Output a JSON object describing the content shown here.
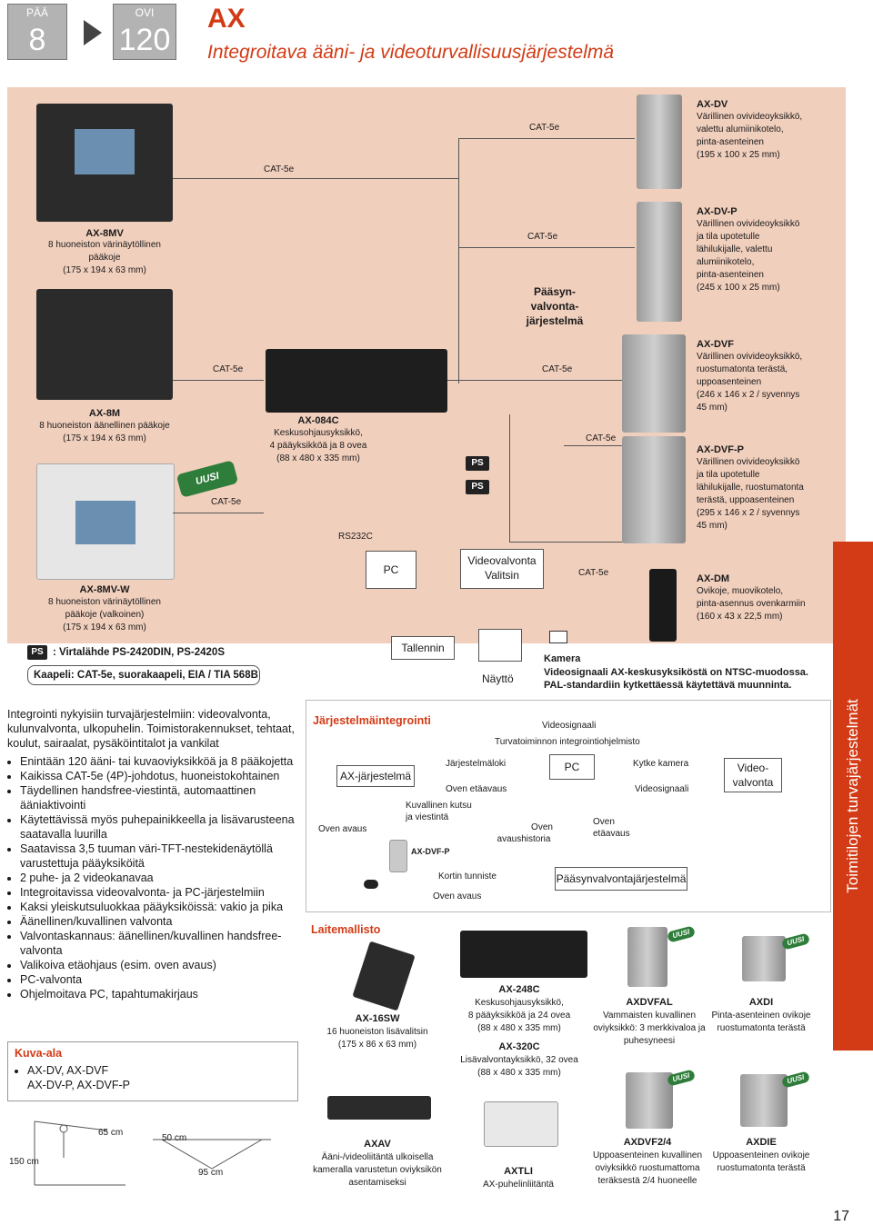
{
  "header": {
    "paa_label": "PÄÄ",
    "paa_num": "8",
    "ovi_label": "OVI",
    "ovi_num": "120",
    "title": "AX",
    "subtitle": "Integroitava ääni- ja videoturvallisuusjärjestelmä"
  },
  "diagram": {
    "cat5e": "CAT-5e",
    "ax8mv": {
      "name": "AX-8MV",
      "desc": [
        "8 huoneiston värinäytöllinen",
        "pääkoje",
        "(175 x 194 x 63 mm)"
      ]
    },
    "ax8m": {
      "name": "AX-8M",
      "desc": [
        "8 huoneiston äänellinen pääkoje",
        "(175 x 194 x 63 mm)"
      ]
    },
    "ax8mvw": {
      "name": "AX-8MV-W",
      "desc": [
        "8 huoneiston värinäytöllinen",
        "pääkoje (valkoinen)",
        "(175 x 194 x 63 mm)"
      ]
    },
    "uusi": "UUSI",
    "ax084c": {
      "name": "AX-084C",
      "desc": [
        "Keskusohjausyksikkö,",
        "4 pääyksikköä ja 8 ovea",
        "(88 x 480 x 335 mm)"
      ]
    },
    "rs232c": "RS232C",
    "pc": "PC",
    "tallennin": "Tallennin",
    "videovalvonta": "Videovalvonta",
    "valitsin": "Valitsin",
    "naytto": "Näyttö",
    "kamera": "Kamera",
    "ps": "PS",
    "paasyn": [
      "Pääsyn-",
      "valvonta-",
      "järjestelmä"
    ],
    "axdv": {
      "name": "AX-DV",
      "desc": [
        "Värillinen ovivideoyksikkö,",
        "valettu alumiinikotelo,",
        "pinta-asenteinen",
        "(195 x 100 x 25 mm)"
      ]
    },
    "axdvp": {
      "name": "AX-DV-P",
      "desc": [
        "Värillinen ovivideoyksikkö",
        "ja tila upotetulle",
        "lähilukijalle, valettu",
        "alumiinikotelo,",
        "pinta-asenteinen",
        "(245 x 100 x 25 mm)"
      ]
    },
    "axdvf": {
      "name": "AX-DVF",
      "desc": [
        "Värillinen ovivideoyksikkö,",
        "ruostumatonta terästä,",
        "uppoasenteinen",
        "(246 x 146 x 2 / syvennys",
        "45 mm)"
      ]
    },
    "axdvfp": {
      "name": "AX-DVF-P",
      "desc": [
        "Värillinen ovivideoyksikkö",
        "ja tila upotetulle",
        "lähilukijalle, ruostumatonta",
        "terästä, uppoasenteinen",
        "(295 x 146 x 2 / syvennys",
        "45 mm)"
      ]
    },
    "axdm": {
      "name": "AX-DM",
      "desc": [
        "Ovikoje, muovikotelo,",
        "pinta-asennus ovenkarmiin",
        "(160 x 43 x 22,5 mm)"
      ]
    }
  },
  "legend": {
    "ps_tag": "PS",
    "ps_text": ": Virtalähde PS-2420DIN, PS-2420S",
    "kaapeli": "Kaapeli: CAT-5e, suorakaapeli, EIA / TIA 568B",
    "video_note_1": "Videosignaali AX-keskusyksiköstä on NTSC-muodossa.",
    "video_note_2": "PAL-standardiin kytkettäessä käytettävä muunninta."
  },
  "features": {
    "intro": "Integrointi nykyisiin turvajärjestelmiin: videovalvonta, kulunvalvonta, ulkopuhelin. Toimistorakennukset, tehtaat, koulut, sairaalat, pysäköintitalot ja vankilat",
    "items": [
      "Enintään 120 ääni- tai kuvaoviyksikköä ja 8 pääkojetta",
      "Kaikissa CAT-5e (4P)-johdotus, huoneistokohtainen",
      "Täydellinen handsfree-viestintä, automaattinen ääniaktivointi",
      "Käytettävissä myös puhepainikkeella ja lisävarusteena saatavalla luurilla",
      "Saatavissa 3,5 tuuman väri-TFT-nestekidenäytöllä varustettuja pääyksiköitä",
      "2 puhe- ja 2 videokanavaa",
      "Integroitavissa videovalvonta- ja PC-järjestelmiin",
      "Kaksi yleiskutsuluokkaa pääyksiköissä: vakio ja pika",
      "Äänellinen/kuvallinen valvonta",
      "Valvontaskannaus: äänellinen/kuvallinen handsfree-valvonta",
      "Valikoiva etäohjaus (esim. oven avaus)",
      "PC-valvonta",
      "Ohjelmoitava PC, tapahtumakirjaus"
    ]
  },
  "kuva_ala": {
    "title": "Kuva-ala",
    "item": [
      "AX-DV, AX-DVF",
      "AX-DV-P, AX-DVF-P"
    ],
    "d65": "65 cm",
    "d50": "50 cm",
    "d150": "150 cm",
    "d95": "95 cm"
  },
  "integration": {
    "title": "Järjestelmäintegrointi",
    "ax_jarjestelma": "AX-järjestelmä",
    "oven_avaus": "Oven avaus",
    "kuvallinen_kutsu": [
      "Kuvallinen kutsu",
      "ja viestintä"
    ],
    "axdvp": "AX-DVF-P",
    "kortin_tunniste": "Kortin tunniste",
    "oven_avaus2": "Oven avaus",
    "jarjestelmaloki": "Järjestelmäloki",
    "oven_etaavaus": "Oven etäavaus",
    "videosignaali": "Videosignaali",
    "turvatoiminnon": "Turvatoiminnon integrointiohjelmisto",
    "pc": "PC",
    "oven_avaushistoria": [
      "Oven",
      "avaushistoria"
    ],
    "oven_etaavaus2": [
      "Oven",
      "etäavaus"
    ],
    "kytke_kamera": "Kytke kamera",
    "videosignaali2": "Videosignaali",
    "video_valvonta": [
      "Video-",
      "valvonta"
    ],
    "paasyn": "Pääsynvalvontajärjestelmä"
  },
  "laitemallisto": {
    "title": "Laitemallisto",
    "ax16sw": {
      "name": "AX-16SW",
      "desc": [
        "16 huoneiston lisävalitsin",
        "(175 x 86 x 63 mm)"
      ]
    },
    "ax248c": {
      "name": "AX-248C",
      "desc": [
        "Keskusohjausyksikkö,",
        "8 pääyksikköä ja 24 ovea",
        "(88 x 480 x 335 mm)"
      ]
    },
    "ax320c": {
      "name": "AX-320C",
      "desc": [
        "Lisävalvontayksikkö, 32 ovea",
        "(88 x 480 x 335 mm)"
      ]
    },
    "axdvfal": {
      "name": "AXDVFAL",
      "desc": [
        "Vammaisten kuvallinen",
        "oviyksikkö: 3 merkkivaloa ja",
        "puhesyneesi"
      ]
    },
    "axdi": {
      "name": "AXDI",
      "desc": [
        "Pinta-asenteinen ovikoje",
        "ruostumatonta terästä"
      ]
    },
    "axav": {
      "name": "AXAV",
      "desc": [
        "Ääni-/videoliitäntä ulkoisella",
        "kameralla varustetun oviyksikön",
        "asentamiseksi"
      ]
    },
    "axtli": {
      "name": "AXTLI",
      "desc": [
        "AX-puhelinliitäntä"
      ]
    },
    "axdvf24": {
      "name": "AXDVF2/4",
      "desc": [
        "Uppoasenteinen kuvallinen",
        "oviyksikkö ruostumattoma",
        "teräksestä 2/4 huoneelle"
      ]
    },
    "axdie": {
      "name": "AXDIE",
      "desc": [
        "Uppoasenteinen ovikoje",
        "ruostumatonta terästä"
      ]
    }
  },
  "sidebar": "Toimitilojen turvajärjestelmät",
  "page_number": "17"
}
